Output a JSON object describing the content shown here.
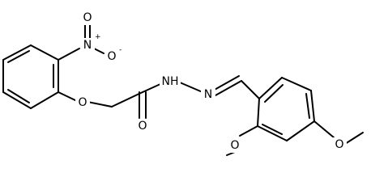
{
  "structure": {
    "atom_labels": {
      "nitro_n": "N",
      "nitro_o_top": "O",
      "nitro_o_minus": "O",
      "ether_o": "O",
      "carbonyl_o": "O",
      "amide_nh": "NH",
      "hydrazone_n": "N",
      "methoxy_o_ortho": "O",
      "methoxy_o_para": "O"
    },
    "charges": {
      "nitro_n": "+",
      "nitro_o_minus": "-"
    }
  }
}
